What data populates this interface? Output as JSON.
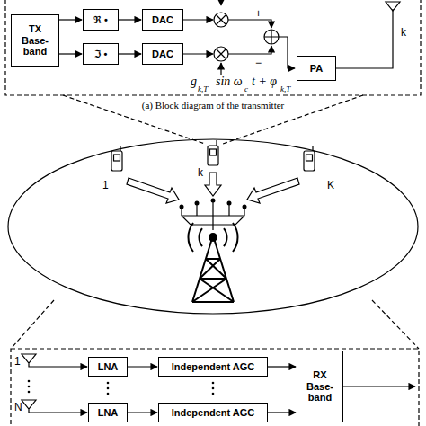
{
  "diagram": {
    "nodes": [
      {
        "text": [
          "TX Base-band"
        ]
      },
      {
        "text": [
          "ℜ •"
        ]
      },
      {
        "text": [
          "ℑ •"
        ]
      },
      {
        "text": [
          "DAC"
        ]
      },
      {
        "text": [
          "DAC"
        ]
      },
      {
        "text": [
          "PA"
        ]
      },
      {
        "text": [
          "LNA"
        ]
      },
      {
        "text": [
          "Independent AGC"
        ]
      },
      {
        "text": [
          "LNA"
        ]
      },
      {
        "text": [
          "Independent AGC"
        ]
      },
      {
        "text": [
          "RX Base-band"
        ]
      }
    ],
    "edges": [
      {
        "from": 0,
        "to": 1,
        "arrow": "to"
      },
      {
        "from": 0,
        "to": 2,
        "arrow": "to"
      },
      {
        "from": 1,
        "to": 3,
        "arrow": "to"
      },
      {
        "from": 2,
        "to": 4,
        "arrow": "to"
      },
      {
        "from": 6,
        "to": 7,
        "arrow": "to"
      },
      {
        "from": 8,
        "to": 9,
        "arrow": "to"
      },
      {
        "from": 7,
        "to": 10,
        "arrow": "to"
      },
      {
        "from": 9,
        "to": 10,
        "arrow": "to"
      }
    ],
    "labels": [
      "+",
      "−",
      "k",
      "g",
      "k,T",
      "sin ω",
      "c",
      "t + φ",
      "k,T",
      "(a) Block diagram of the transmitter",
      "1",
      "k",
      "K",
      "1",
      "N"
    ]
  }
}
